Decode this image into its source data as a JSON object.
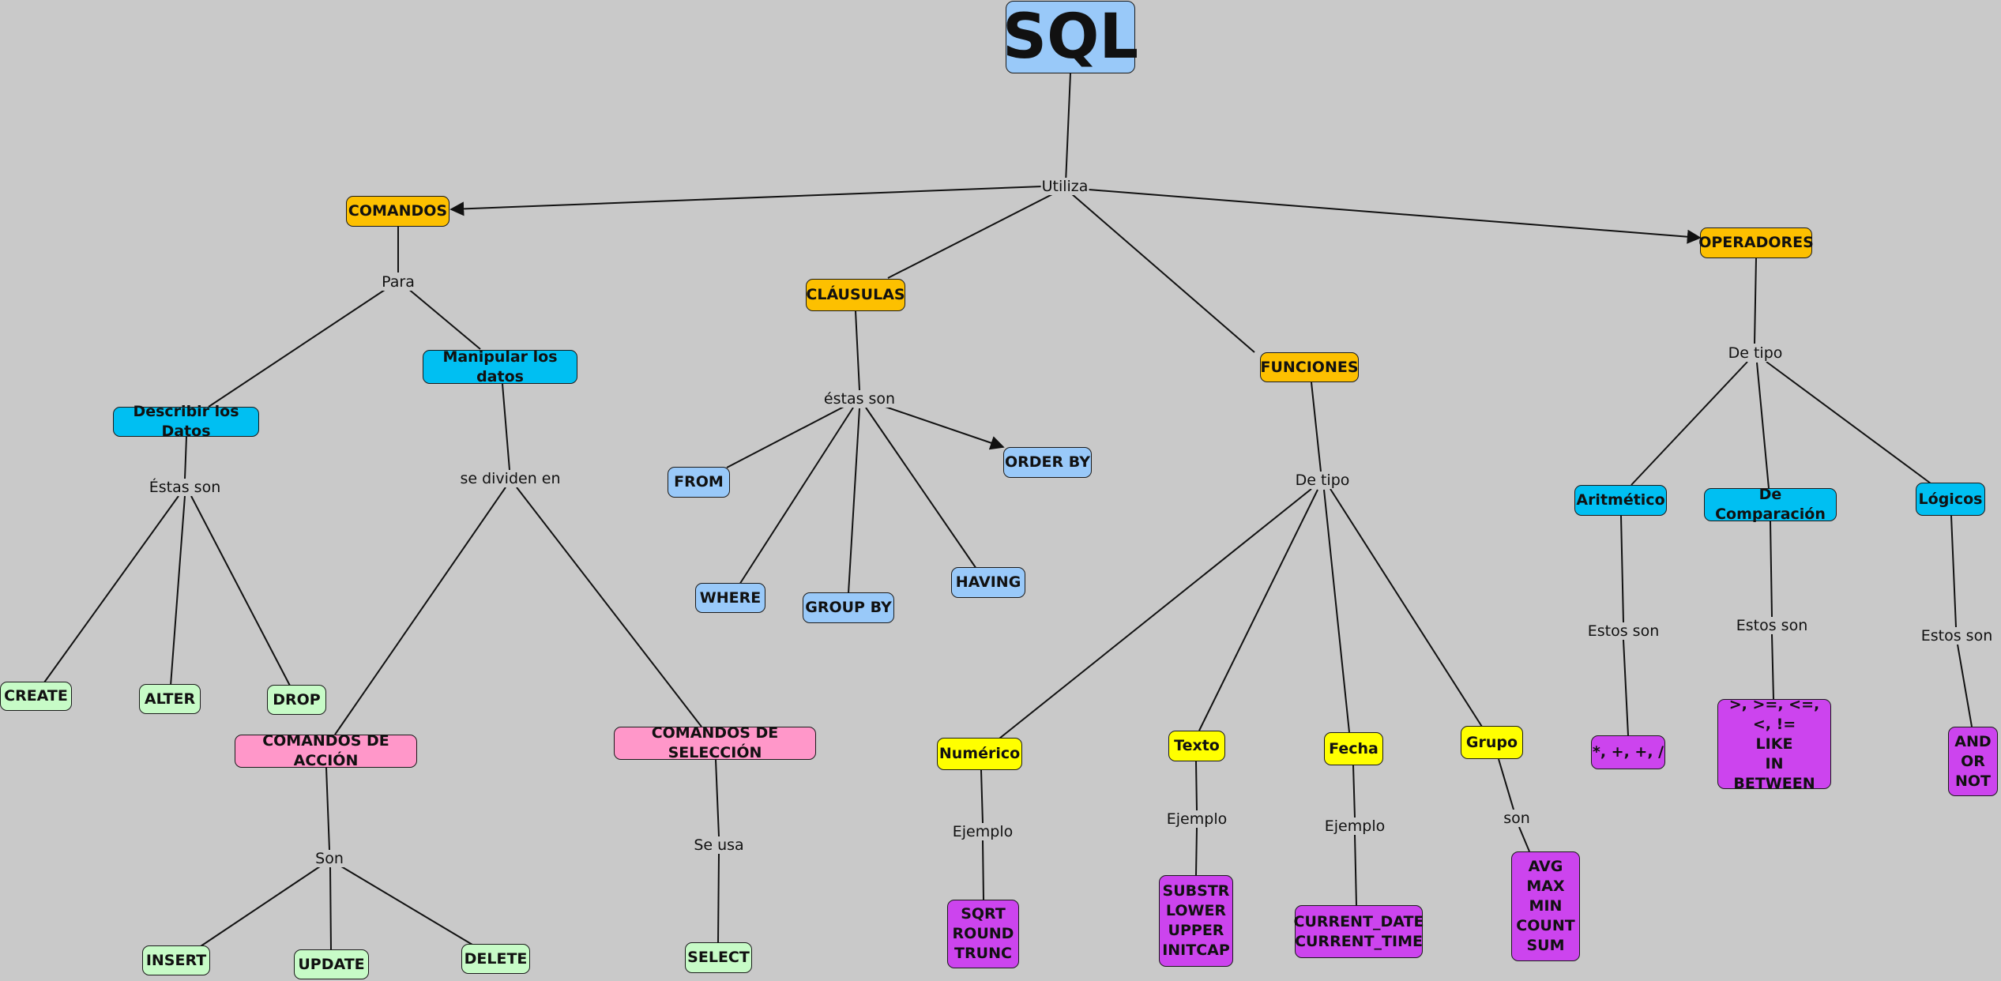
{
  "diagram": {
    "root": "SQL",
    "links": {
      "utiliza": "Utiliza",
      "para": "Para",
      "estas_son_1": "Éstas son",
      "se_dividen_en": "se dividen en",
      "estas_son_2": "éstas son",
      "de_tipo_1": "De tipo",
      "de_tipo_2": "De tipo",
      "son": "Son",
      "se_usa": "Se usa",
      "ejemplo_1": "Ejemplo",
      "ejemplo_2": "Ejemplo",
      "ejemplo_3": "Ejemplo",
      "son_2": "son",
      "estos_son_1": "Estos son",
      "estos_son_2": "Estos son",
      "estos_son_3": "Estos son"
    },
    "nodes": {
      "comandos": "COMANDOS",
      "clausulas": "CLÁUSULAS",
      "funciones": "FUNCIONES",
      "operadores": "OPERADORES",
      "describir": "Describir los Datos",
      "manipular": "Manipular los datos",
      "create": "CREATE",
      "alter": "ALTER",
      "drop": "DROP",
      "comandos_accion": "COMANDOS DE ACCIÓN",
      "comandos_seleccion": "COMANDOS DE SELECCIÓN",
      "insert": "INSERT",
      "update": "UPDATE",
      "delete": "DELETE",
      "select": "SELECT",
      "from": "FROM",
      "where": "WHERE",
      "group_by": "GROUP BY",
      "having": "HAVING",
      "order_by": "ORDER BY",
      "numerico": "Numérico",
      "texto": "Texto",
      "fecha": "Fecha",
      "grupo": "Grupo",
      "ej_numerico": "SQRT\nROUND\nTRUNC",
      "ej_texto": "SUBSTR\nLOWER\nUPPER\nINITCAP",
      "ej_fecha": "CURRENT_DATE\nCURRENT_TIME",
      "ej_grupo": "AVG\nMAX\nMIN\nCOUNT\nSUM",
      "aritmetico": "Aritmético",
      "comparacion": "De Comparación",
      "logicos": "Lógicos",
      "ops_aritmeticos": "*, +, +, /",
      "ops_comparacion": ">, >=, <=, <, !=\nLIKE\nIN\nBETWEEN",
      "ops_logicos": "AND\nOR\nNOT"
    },
    "colors": {
      "background": "#c9c9c9",
      "root": "#99c9f9",
      "category": "#fdc000",
      "subcategory": "#00bff2",
      "clause": "#99c9f9",
      "command": "#c7fbc7",
      "command_group": "#ff97c9",
      "function_type": "#ffff00",
      "example": "#cc44ee"
    }
  }
}
